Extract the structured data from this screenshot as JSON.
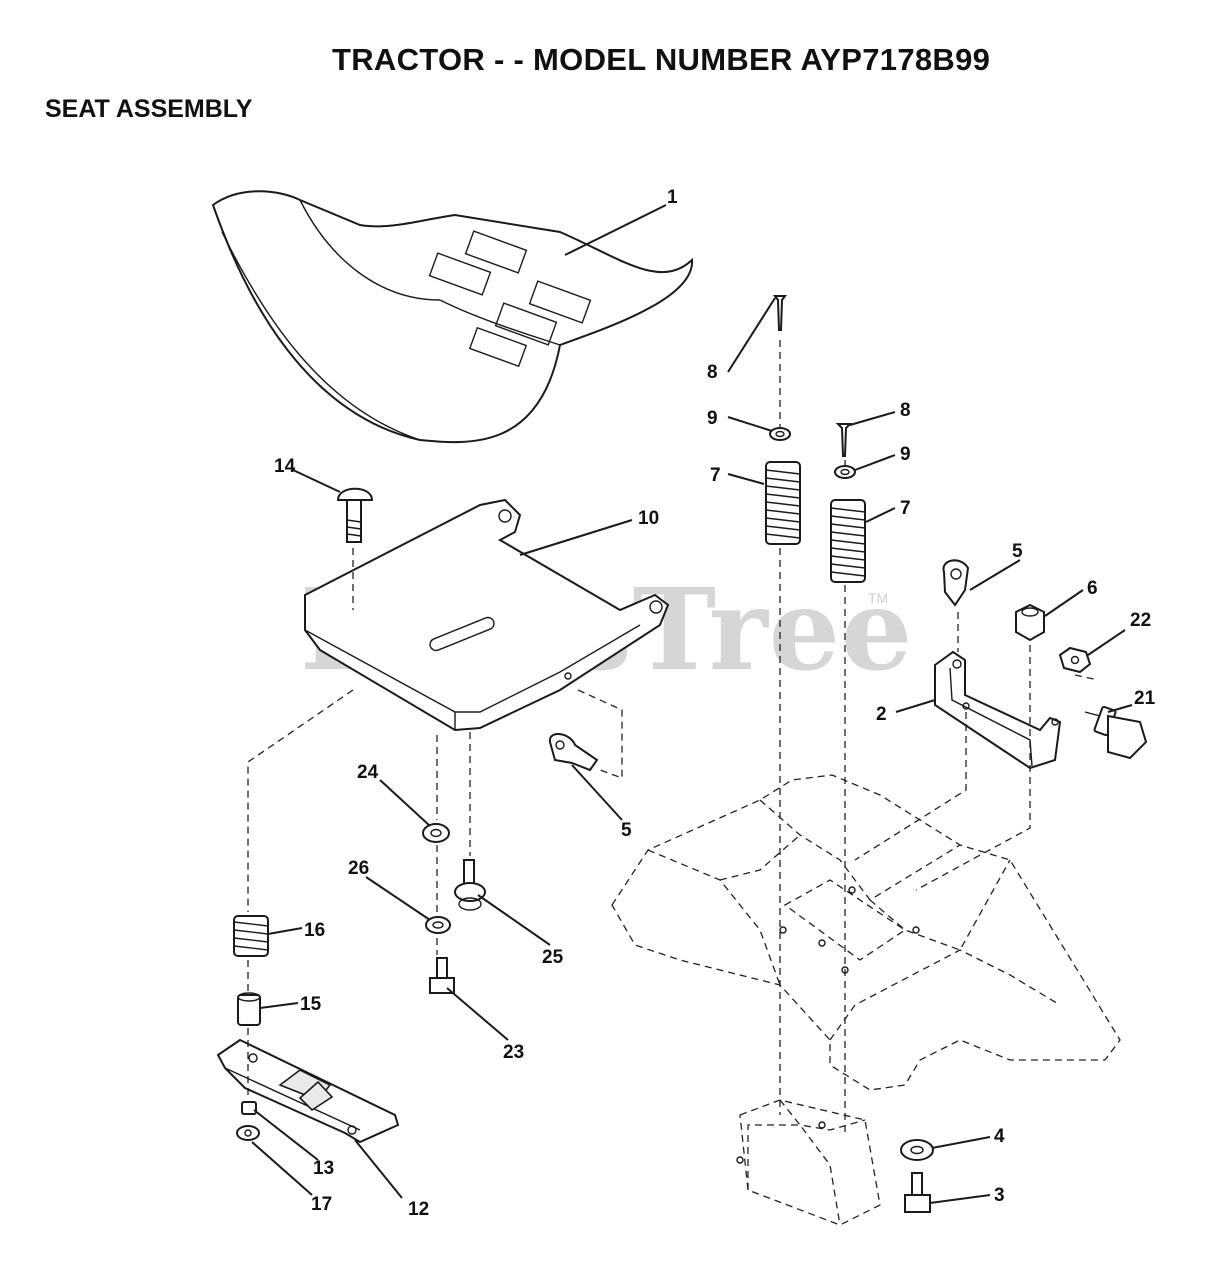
{
  "header": {
    "title": "TRACTOR - - MODEL NUMBER AYP7178B99",
    "subtitle": "SEAT ASSEMBLY"
  },
  "watermark": {
    "text": "PartsTree",
    "trademark": "TM"
  },
  "callouts": {
    "c1": "1",
    "c2": "2",
    "c3": "3",
    "c4": "4",
    "c5a": "5",
    "c5b": "5",
    "c6": "6",
    "c7a": "7",
    "c7b": "7",
    "c8a": "8",
    "c8b": "8",
    "c9a": "9",
    "c9b": "9",
    "c10": "10",
    "c12": "12",
    "c13": "13",
    "c14": "14",
    "c15": "15",
    "c16": "16",
    "c17": "17",
    "c21": "21",
    "c22": "22",
    "c23": "23",
    "c24": "24",
    "c25": "25",
    "c26": "26"
  }
}
